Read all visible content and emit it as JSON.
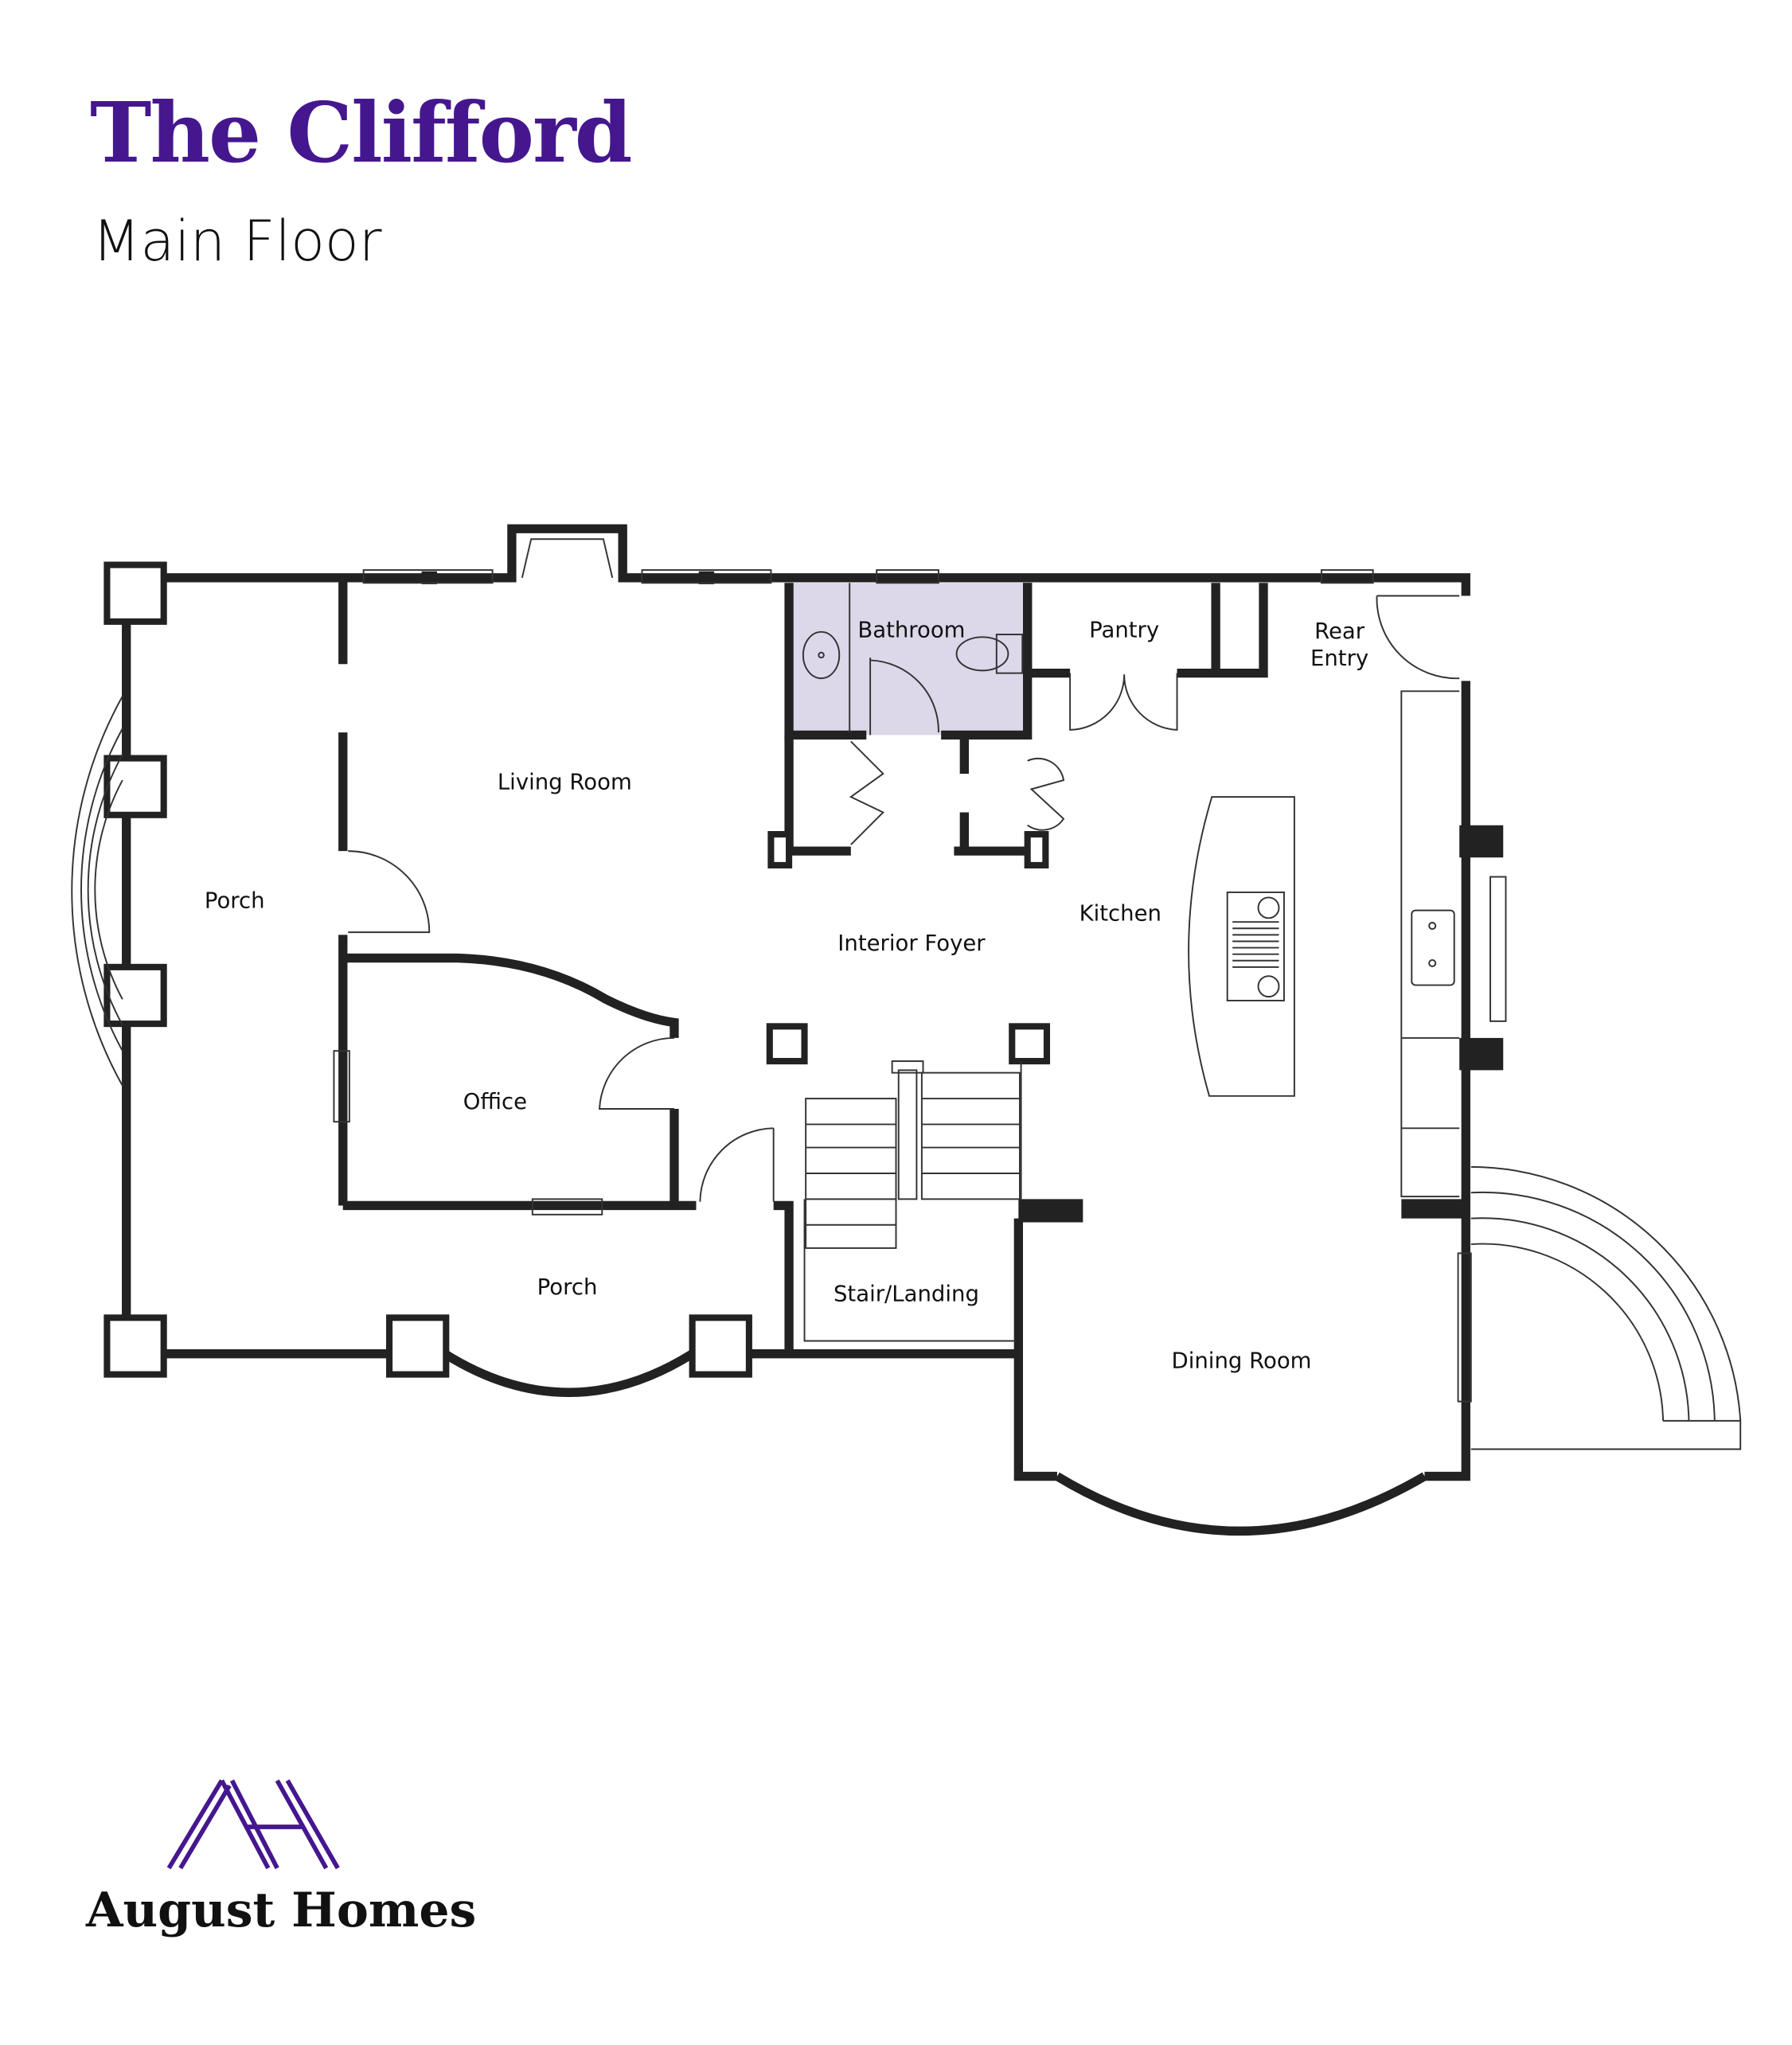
{
  "header": {
    "title": "The Clifford",
    "subtitle": "Main Floor"
  },
  "rooms": {
    "bathroom": "Bathroom",
    "pantry": "Pantry",
    "rear_entry_1": "Rear",
    "rear_entry_2": "Entry",
    "living_room": "Living Room",
    "porch_left": "Porch",
    "interior_foyer": "Interior Foyer",
    "kitchen": "Kitchen",
    "office": "Office",
    "porch_front": "Porch",
    "stair_landing": "Stair/Landing",
    "dining_room": "Dining Room"
  },
  "brand": {
    "name": "August Homes",
    "color": "#45178f"
  },
  "colors": {
    "wall": "#222222",
    "bathroom_fill": "#dcd8ea"
  }
}
